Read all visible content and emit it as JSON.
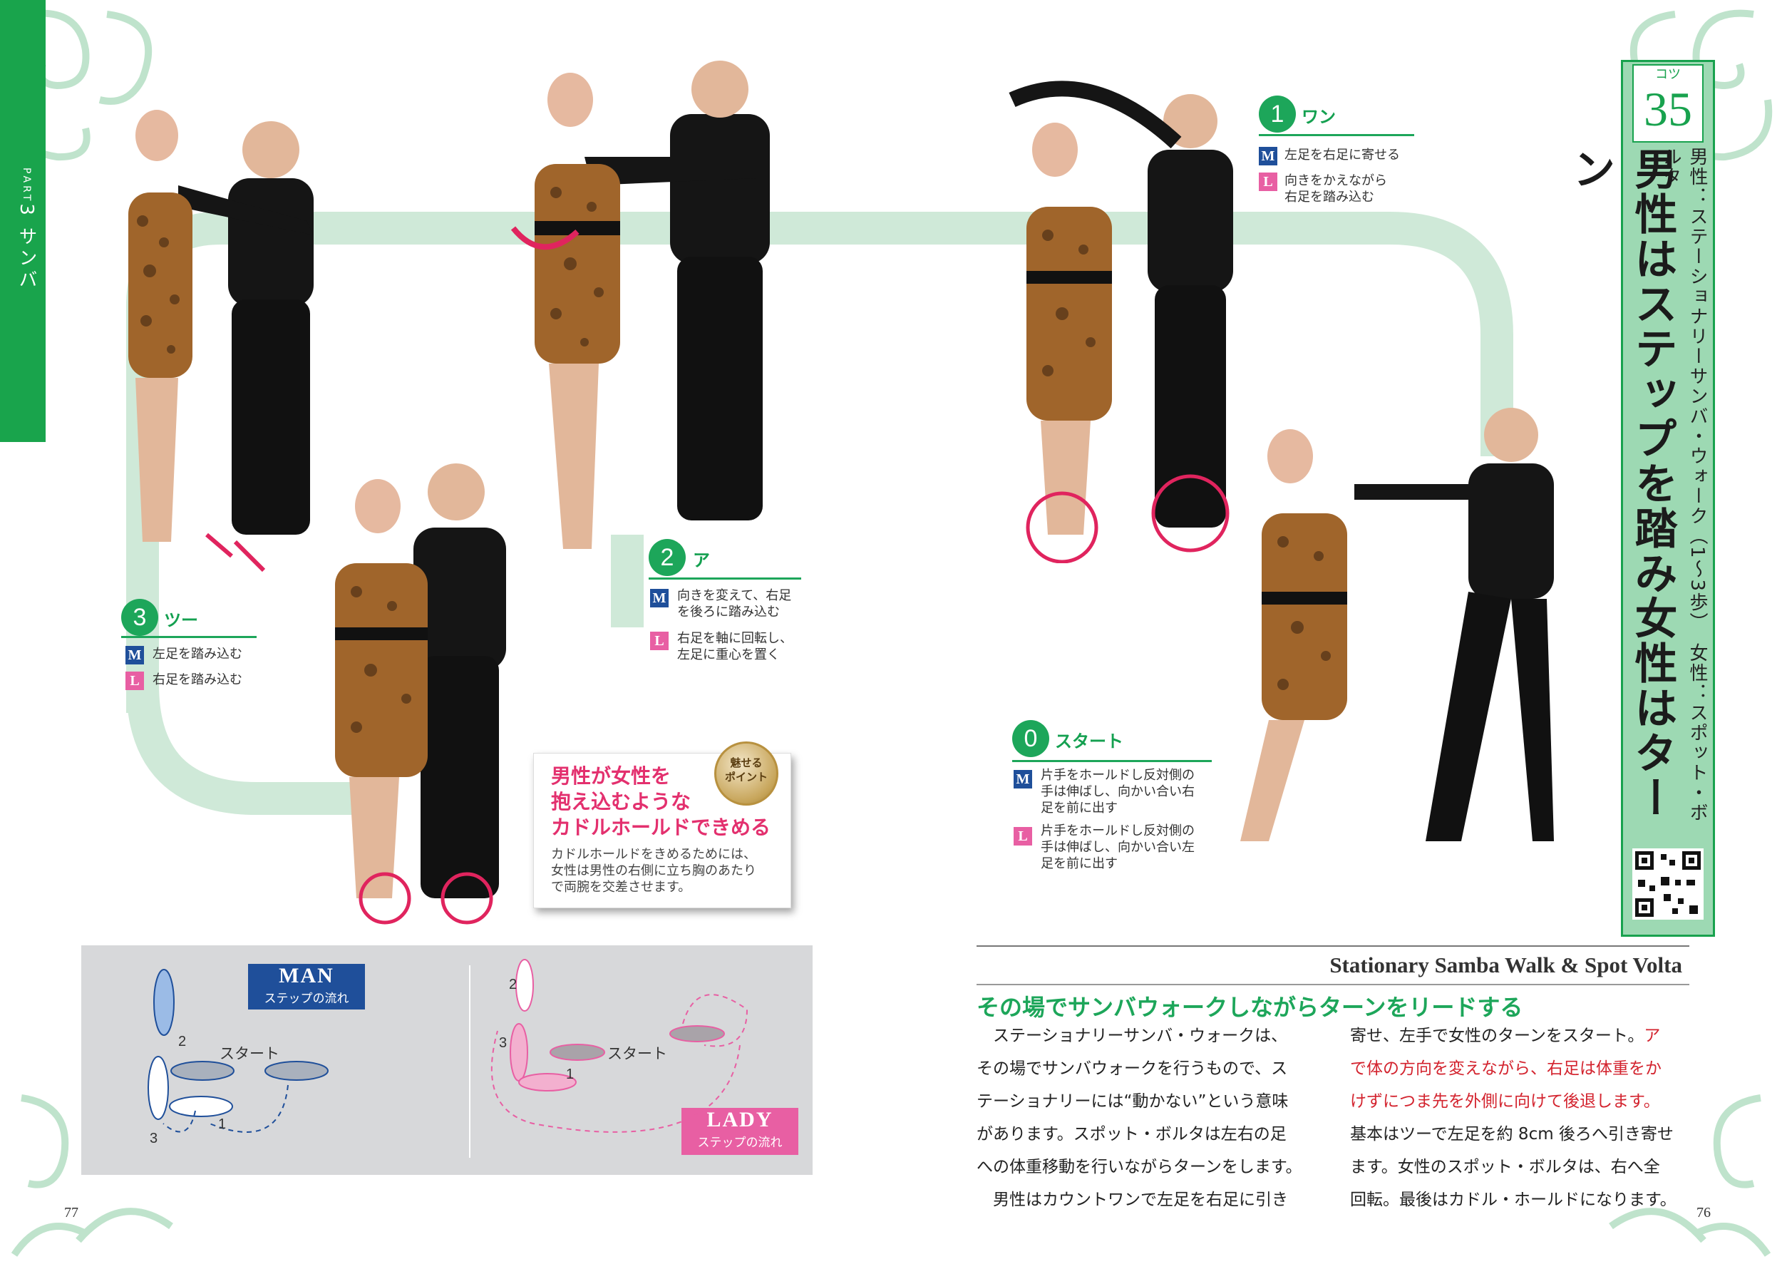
{
  "side_tab": {
    "part_label": "PART",
    "part_number": "3",
    "section": "サンバ"
  },
  "kotsu": {
    "label": "コツ",
    "number": "35",
    "title": "男性はステップを踏み女性はターン",
    "subtitle": "男性：ステーショナリーサンバ・ウォーク（1〜3歩）　女性：スポット・ボルタ"
  },
  "steps": [
    {
      "num": "1",
      "name": "ワン",
      "man": "左足を右足に寄せる",
      "lady": "向きをかえながら\n右足を踏み込む"
    },
    {
      "num": "2",
      "name": "ア",
      "man": "向きを変えて、右足\nを後ろに踏み込む",
      "lady": "右足を軸に回転し、\n左足に重心を置く"
    },
    {
      "num": "3",
      "name": "ツー",
      "man": "左足を踏み込む",
      "lady": "右足を踏み込む"
    },
    {
      "num": "0",
      "name": "スタート",
      "man": "片手をホールドし反対側の\n手は伸ばし、向かい合い右\n足を前に出す",
      "lady": "片手をホールドし反対側の\n手は伸ばし、向かい合い左\n足を前に出す"
    }
  ],
  "badges": {
    "man": "M",
    "lady": "L"
  },
  "highlight": {
    "title": "男性が女性を\n抱え込むような\nカドルホールドできめる",
    "body": "カドルホールドをきめるためには、\n女性は男性の右側に立ち胸のあたり\nで両腕を交差させます。",
    "seal": "魅せる\nポイント"
  },
  "diagram": {
    "man_label": "MAN",
    "lady_label": "LADY",
    "flow_label": "ステップの流れ",
    "start_label": "スタート",
    "nums": [
      "1",
      "2",
      "3"
    ]
  },
  "article": {
    "english_title": "Stationary Samba Walk & Spot Volta",
    "lead": "その場でサンバウォークしながらターンをリードする",
    "col1": "　ステーショナリーサンバ・ウォークは、\nその場でサンバウォークを行うもので、ス\nテーショナリーには“動かない”という意味\nがあります。スポット・ボルタは左右の足\nへの体重移動を行いながらターンをします。\n　男性はカウントワンで左足を右足に引き",
    "col2_a": "寄せ、左手で女性のターンをスタート。",
    "col2_red": "ア\nで体の方向を変えながら、右足は体重をか\nけずにつま先を外側に向けて後退します。",
    "col2_b": "\n基本はツーで左足を約 8cm 後ろへ引き寄せ\nます。女性のスポット・ボルタは、右へ全\n回転。最後はカドル・ホールドになります。"
  },
  "page_numbers": {
    "left": "77",
    "right": "76"
  },
  "colors": {
    "green": "#1da65a",
    "man_blue": "#1f4f9a",
    "lady_pink": "#e85fa3",
    "accent_red": "#e3306e"
  }
}
